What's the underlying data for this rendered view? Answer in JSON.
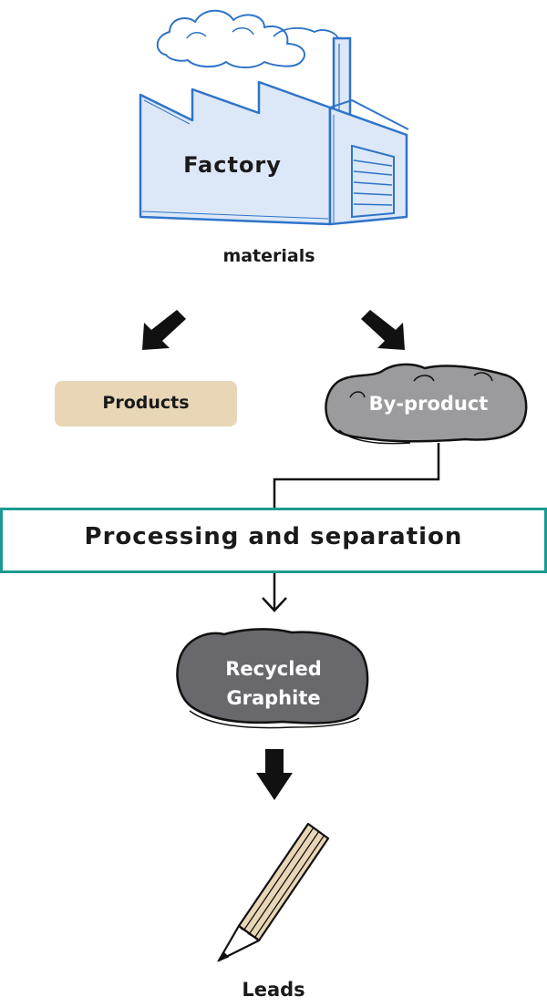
{
  "diagram": {
    "factory": "Factory",
    "materials": "materials",
    "products": "Products",
    "byproduct": "By-product",
    "process": "Processing and separation",
    "recycled_line1": "Recycled",
    "recycled_line2": "Graphite",
    "leads": "Leads"
  },
  "colors": {
    "factory_fill": "#dce7f7",
    "factory_stroke": "#2f74c8",
    "products_fill": "#e8d6b6",
    "byproduct_fill": "#9b9b9d",
    "graphite_fill": "#68686d",
    "process_border": "#1a9a91",
    "pencil_wood": "#e8d6b6",
    "arrow": "#111111"
  }
}
